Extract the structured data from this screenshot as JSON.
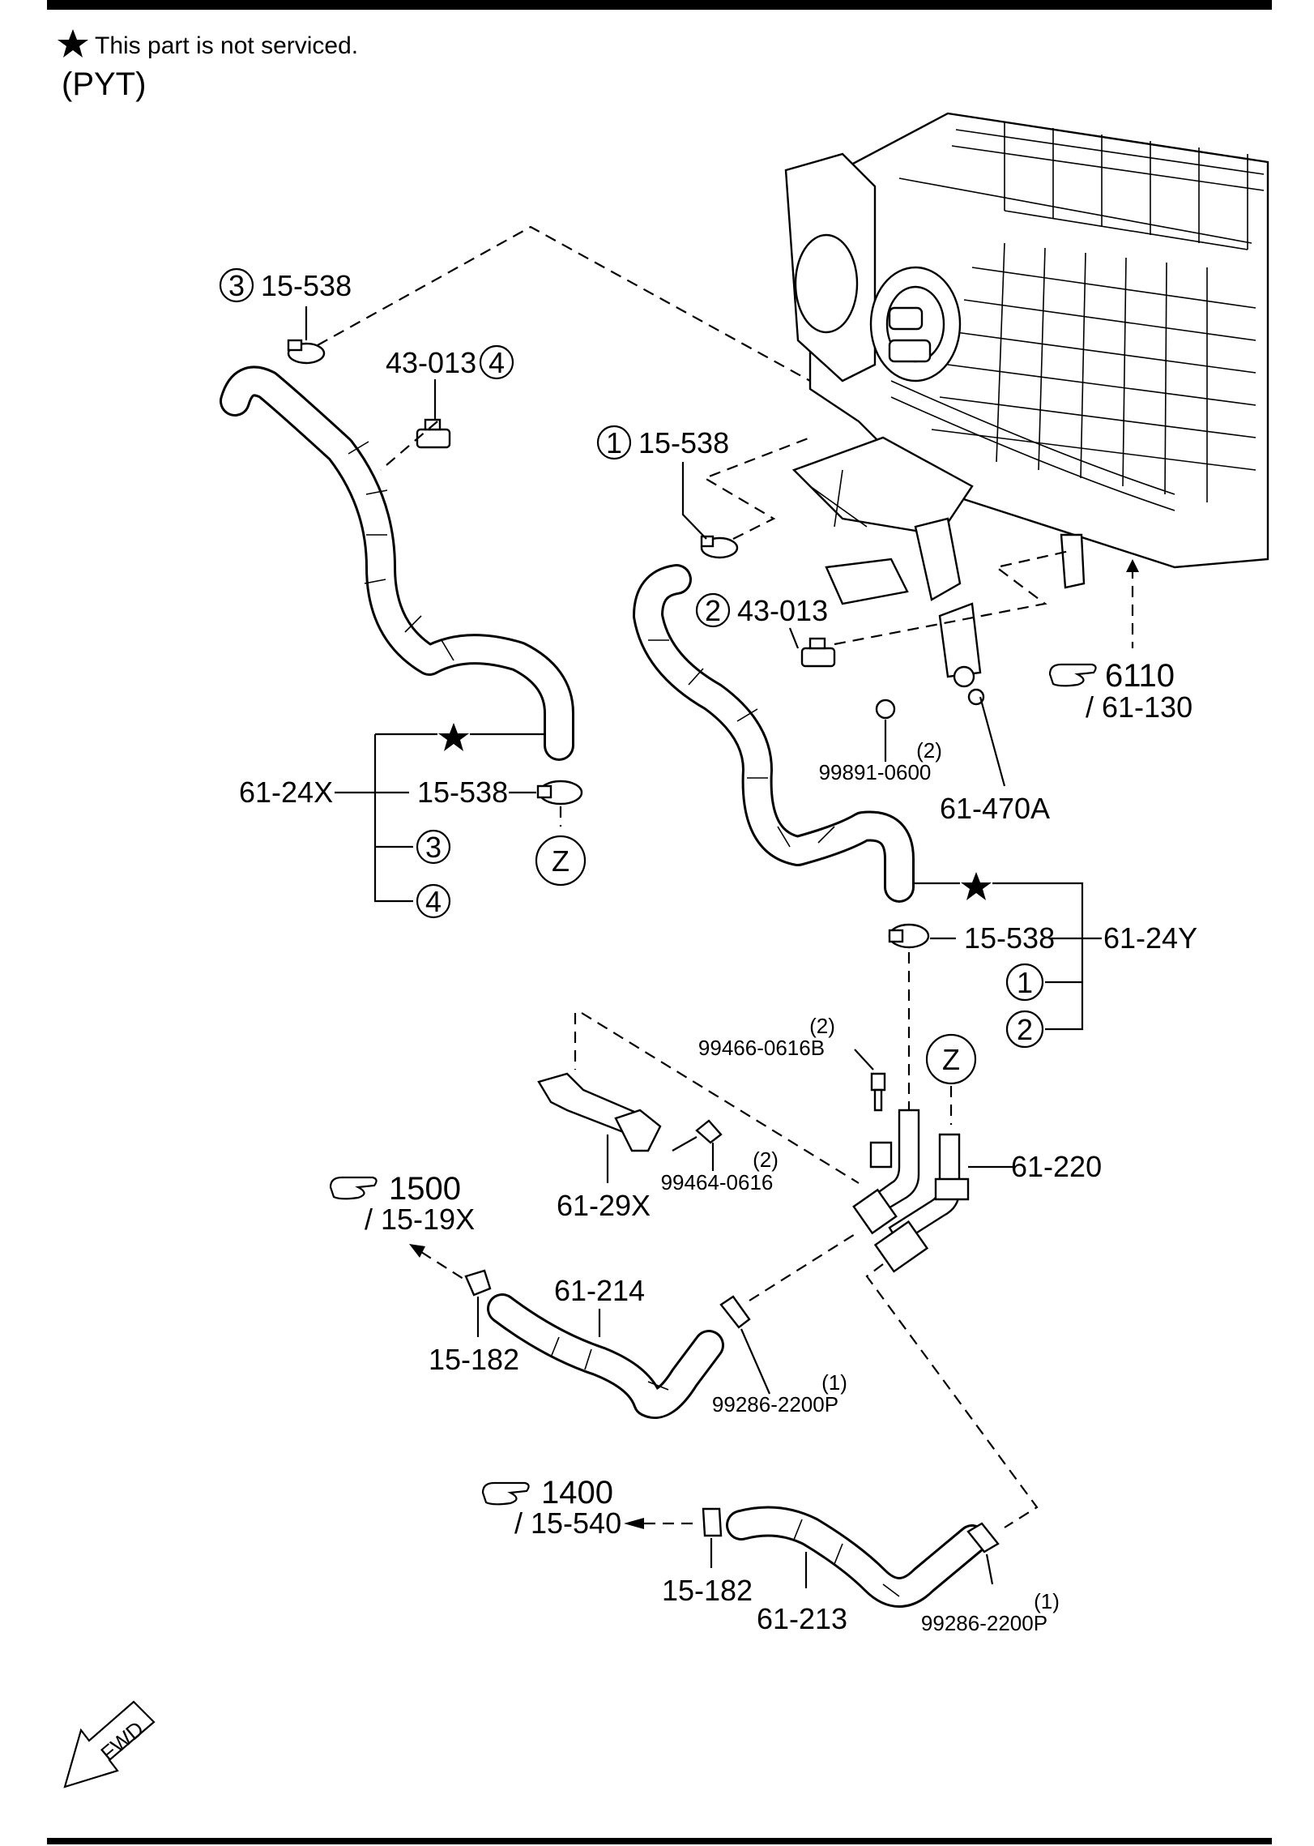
{
  "header": {
    "note_text": "This part is not serviced.",
    "variant": "(PYT)"
  },
  "callouts": {
    "c3_num": "3",
    "c3_part": "15-538",
    "c4_num": "4",
    "c4_part": "43-013",
    "c1_num": "1",
    "c1_part": "15-538",
    "c2_num": "2",
    "c2_part": "43-013",
    "ref6110": "6110",
    "ref6110_sub": "/ 61-130",
    "qty_0600": "(2)",
    "p_0600": "99891-0600",
    "p_470A": "61-470A",
    "p_24X": "61-24X",
    "p_538_left": "15-538",
    "g3": "3",
    "g4": "4",
    "z_left": "Z",
    "p_538_right": "15-538",
    "p_24Y": "61-24Y",
    "g1": "1",
    "g2": "2",
    "z_right": "Z",
    "qty_0616B": "(2)",
    "p_0616B": "99466-0616B",
    "p_220": "61-220",
    "qty_0616": "(2)",
    "p_0616": "99464-0616",
    "p_29X": "61-29X",
    "ref1500": "1500",
    "ref1500_sub": "/ 15-19X",
    "p_214": "61-214",
    "p_182_a": "15-182",
    "qty_2200_a": "(1)",
    "p_2200_a": "99286-2200P",
    "ref1400": "1400",
    "ref1400_sub": "/ 15-540",
    "p_182_b": "15-182",
    "p_213": "61-213",
    "qty_2200_b": "(1)",
    "p_2200_b": "99286-2200P",
    "fwd": "FWD"
  },
  "icons": [
    "star-icon",
    "hand-pointer-icon",
    "fwd-arrow-icon"
  ]
}
